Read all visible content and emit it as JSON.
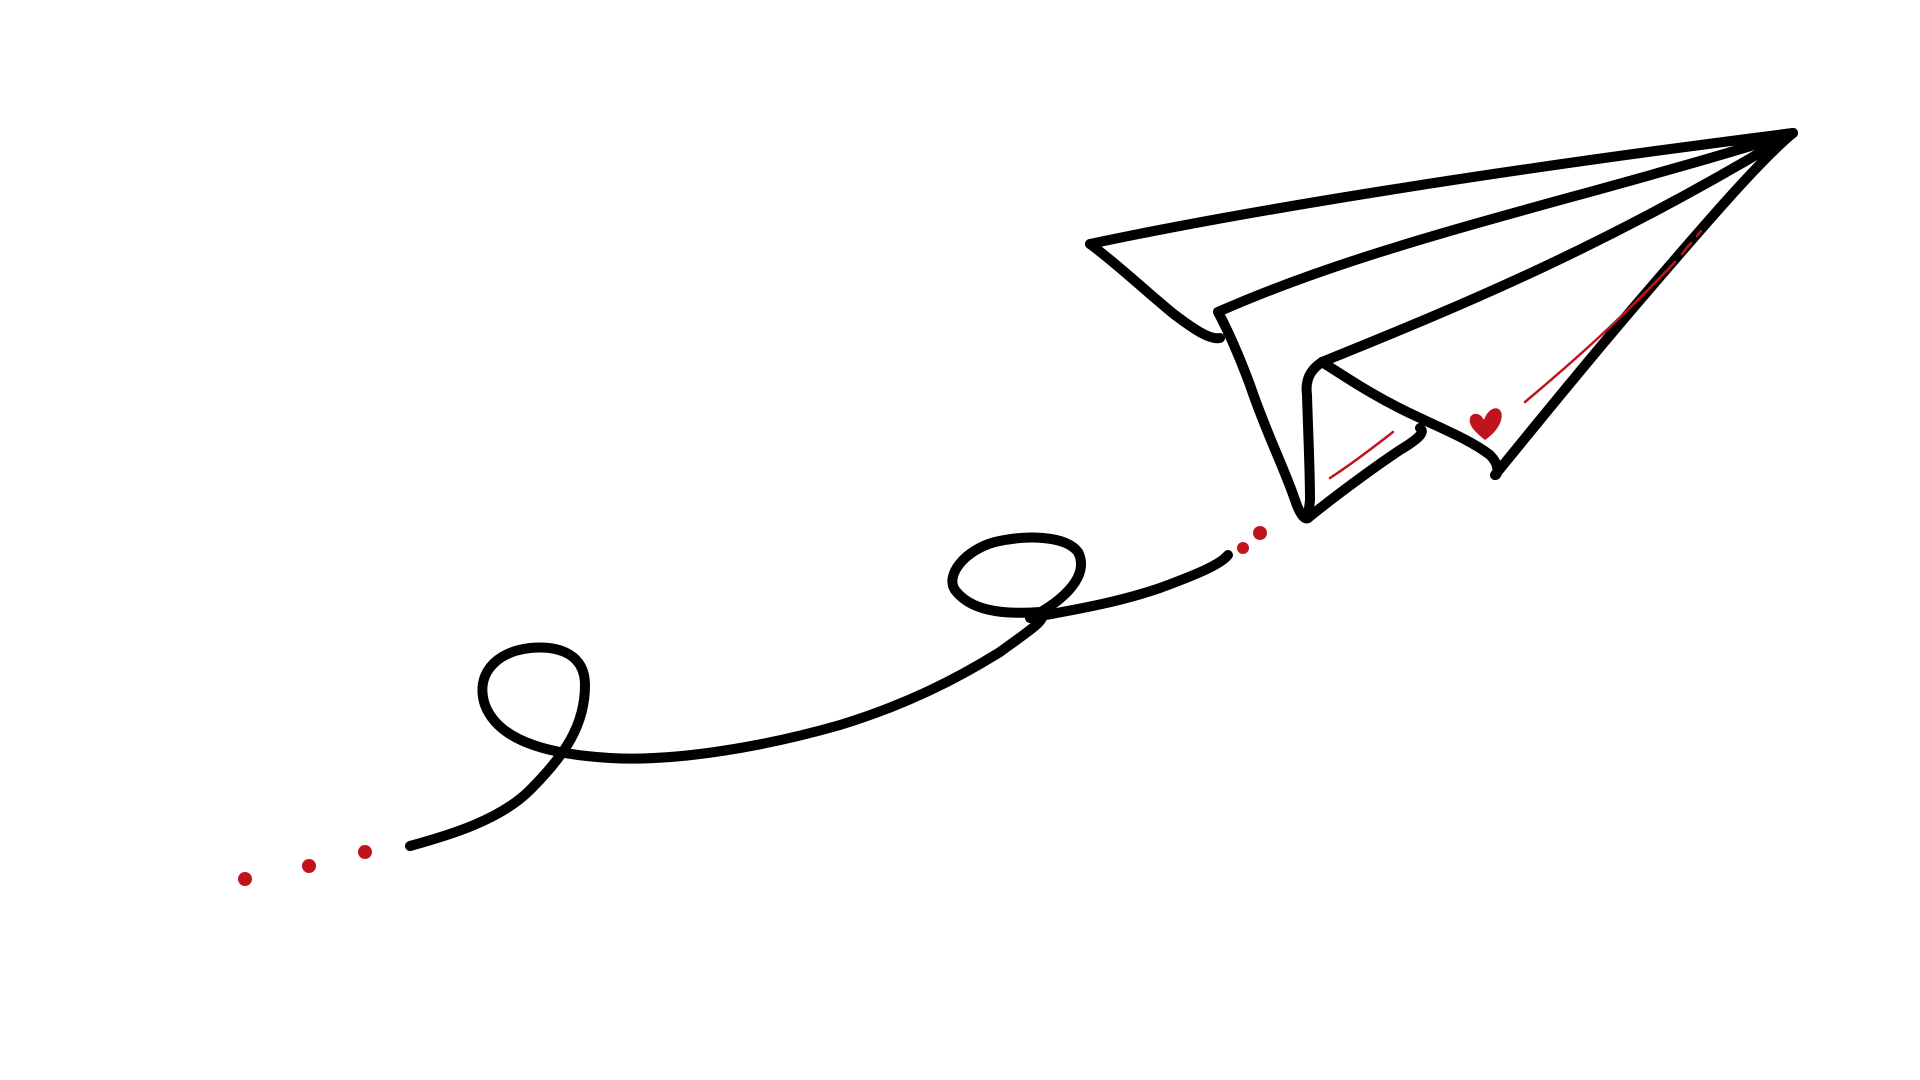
{
  "scene": {
    "background": "#ffffff",
    "ink_color": "#000000",
    "accent_color": "#c0141c",
    "subject": "paper-plane",
    "elements": [
      "paper-plane",
      "loop-trail",
      "dot-trail",
      "heart-icon"
    ]
  }
}
